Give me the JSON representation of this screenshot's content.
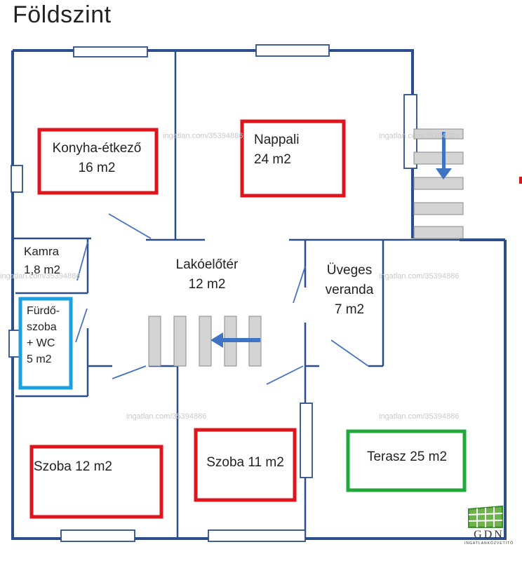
{
  "title": "Földszint",
  "rooms": {
    "konyha": {
      "name": "Konyha-étkező",
      "area": "16 m2",
      "color": "#e0141c"
    },
    "nappali": {
      "name": "Nappali",
      "area": "24 m2",
      "color": "#e0141c"
    },
    "kamra": {
      "name": "Kamra",
      "area": "1,8 m2"
    },
    "lakoeloter": {
      "name": "Lakóelőtér",
      "area": "12 m2"
    },
    "veranda": {
      "line1": "Üveges",
      "line2": "veranda",
      "area": "7 m2"
    },
    "furdo": {
      "line1": "Fürdő-",
      "line2": "szoba",
      "line3": "+ WC",
      "area": "5 m2",
      "color": "#1aa0e0"
    },
    "szoba1": {
      "label": "Szoba 12 m2",
      "color": "#e0141c"
    },
    "szoba2": {
      "label": "Szoba 11 m2",
      "color": "#e0141c"
    },
    "terasz": {
      "label": "Terasz 25 m2",
      "color": "#21a83a"
    }
  },
  "colors": {
    "wall": "#2c4e8c",
    "arrow": "#3f74c4",
    "stair_fill": "#d4d4d4"
  },
  "watermark": "ingatlan.com/35394886",
  "logo": {
    "text": "GDN",
    "subtitle": "INGATLANKÖZVETÍTŐ"
  }
}
